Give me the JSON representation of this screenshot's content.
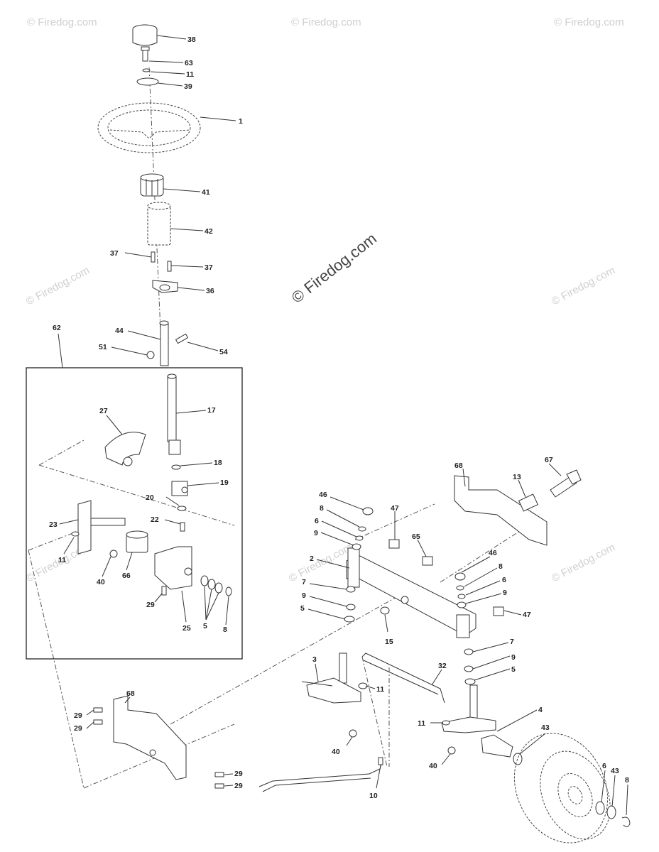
{
  "watermark": {
    "small": "© Firedog.com",
    "center": "© Firedog.com"
  },
  "callouts": {
    "c38": "38",
    "c63": "63",
    "c11_top": "11",
    "c39": "39",
    "c1": "1",
    "c41": "41",
    "c42": "42",
    "c37_left": "37",
    "c37_right": "37",
    "c36": "36",
    "c44": "44",
    "c51": "51",
    "c54": "54",
    "c62": "62",
    "c27": "27",
    "c17": "17",
    "c18": "18",
    "c19": "19",
    "c20": "20",
    "c22": "22",
    "c23": "23",
    "c11_box": "11",
    "c40_box": "40",
    "c66": "66",
    "c29_box": "29",
    "c25": "25",
    "c5_box": "5",
    "c8_box": "8",
    "c68_right": "68",
    "c67": "67",
    "c13": "13",
    "c47_top": "47",
    "c65": "65",
    "c46_left": "46",
    "c8_left": "8",
    "c6_left": "6",
    "c9_left": "9",
    "c2": "2",
    "c7_left": "7",
    "c9_left2": "9",
    "c5_left": "5",
    "c15": "15",
    "c46_right": "46",
    "c8_right": "8",
    "c6_right": "6",
    "c9_right": "9",
    "c47_right": "47",
    "c7_right": "7",
    "c9_right2": "9",
    "c5_right": "5",
    "c3": "3",
    "c32": "32",
    "c11_mid": "11",
    "c11_lower": "11",
    "c4": "4",
    "c40_mid": "40",
    "c40_right": "40",
    "c43_top": "43",
    "c6_wheel": "6",
    "c43_wheel": "43",
    "c8_wheel": "8",
    "c68_left": "68",
    "c29_a": "29",
    "c29_b": "29",
    "c29_c": "29",
    "c29_d": "29",
    "c10": "10"
  }
}
